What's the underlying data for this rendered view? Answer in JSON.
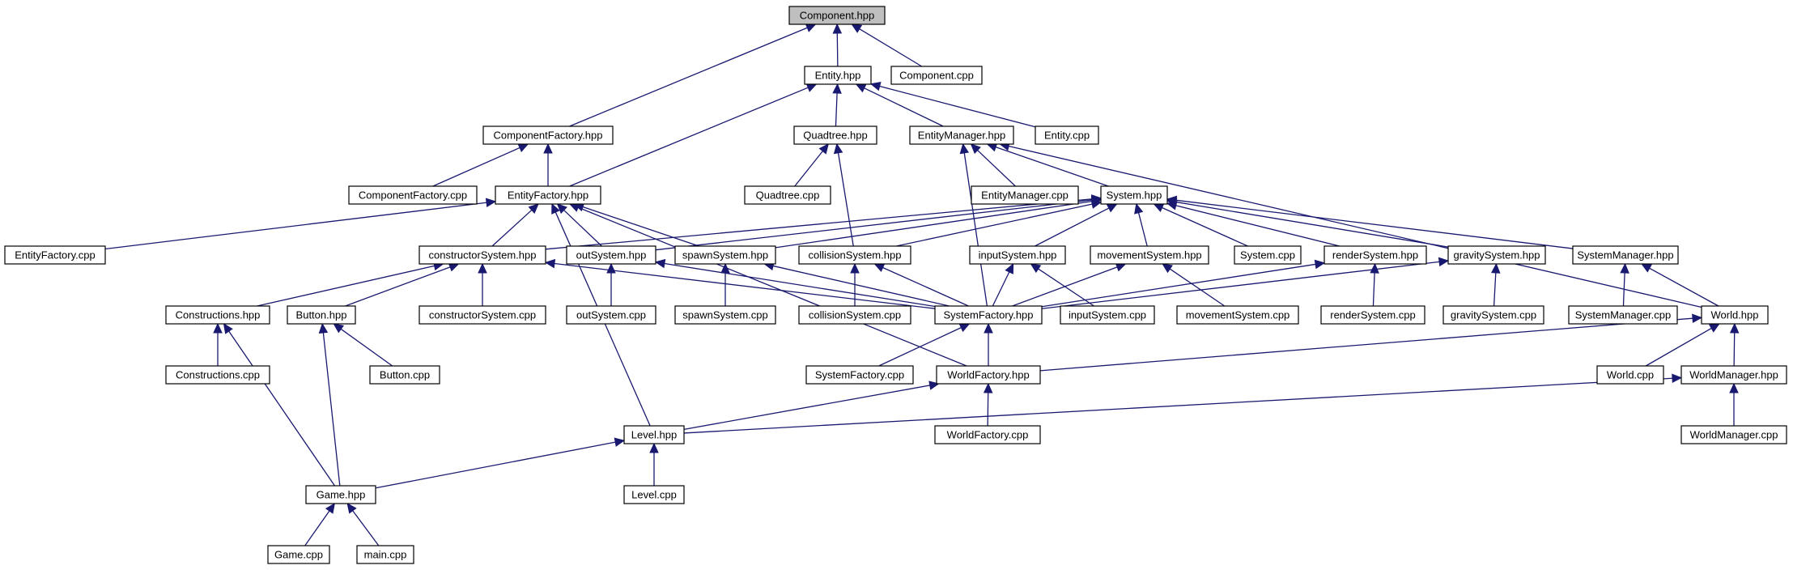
{
  "diagram": {
    "nodes": [
      {
        "id": "component_hpp",
        "label": "Component.hpp"
      },
      {
        "id": "entity_hpp",
        "label": "Entity.hpp"
      },
      {
        "id": "component_cpp",
        "label": "Component.cpp"
      },
      {
        "id": "componentfactory_hpp",
        "label": "ComponentFactory.hpp"
      },
      {
        "id": "quadtree_hpp",
        "label": "Quadtree.hpp"
      },
      {
        "id": "entitymanager_hpp",
        "label": "EntityManager.hpp"
      },
      {
        "id": "entity_cpp",
        "label": "Entity.cpp"
      },
      {
        "id": "componentfactory_cpp",
        "label": "ComponentFactory.cpp"
      },
      {
        "id": "entityfactory_hpp",
        "label": "EntityFactory.hpp"
      },
      {
        "id": "quadtree_cpp",
        "label": "Quadtree.cpp"
      },
      {
        "id": "entitymanager_cpp",
        "label": "EntityManager.cpp"
      },
      {
        "id": "system_hpp",
        "label": "System.hpp"
      },
      {
        "id": "entityfactory_cpp",
        "label": "EntityFactory.cpp"
      },
      {
        "id": "constructorsystem_hpp",
        "label": "constructorSystem.hpp"
      },
      {
        "id": "outsystem_hpp",
        "label": "outSystem.hpp"
      },
      {
        "id": "spawnsystem_hpp",
        "label": "spawnSystem.hpp"
      },
      {
        "id": "collisionsystem_hpp",
        "label": "collisionSystem.hpp"
      },
      {
        "id": "inputsystem_hpp",
        "label": "inputSystem.hpp"
      },
      {
        "id": "movementsystem_hpp",
        "label": "movementSystem.hpp"
      },
      {
        "id": "system_cpp",
        "label": "System.cpp"
      },
      {
        "id": "rendersystem_hpp",
        "label": "renderSystem.hpp"
      },
      {
        "id": "gravitysystem_hpp",
        "label": "gravitySystem.hpp"
      },
      {
        "id": "systemmanager_hpp",
        "label": "SystemManager.hpp"
      },
      {
        "id": "constructions_hpp",
        "label": "Constructions.hpp"
      },
      {
        "id": "button_hpp",
        "label": "Button.hpp"
      },
      {
        "id": "constructorsystem_cpp",
        "label": "constructorSystem.cpp"
      },
      {
        "id": "outsystem_cpp",
        "label": "outSystem.cpp"
      },
      {
        "id": "spawnsystem_cpp",
        "label": "spawnSystem.cpp"
      },
      {
        "id": "collisionsystem_cpp",
        "label": "collisionSystem.cpp"
      },
      {
        "id": "systemfactory_hpp",
        "label": "SystemFactory.hpp"
      },
      {
        "id": "inputsystem_cpp",
        "label": "inputSystem.cpp"
      },
      {
        "id": "movementsystem_cpp",
        "label": "movementSystem.cpp"
      },
      {
        "id": "rendersystem_cpp",
        "label": "renderSystem.cpp"
      },
      {
        "id": "gravitysystem_cpp",
        "label": "gravitySystem.cpp"
      },
      {
        "id": "systemmanager_cpp",
        "label": "SystemManager.cpp"
      },
      {
        "id": "world_hpp",
        "label": "World.hpp"
      },
      {
        "id": "constructions_cpp",
        "label": "Constructions.cpp"
      },
      {
        "id": "button_cpp",
        "label": "Button.cpp"
      },
      {
        "id": "systemfactory_cpp",
        "label": "SystemFactory.cpp"
      },
      {
        "id": "worldfactory_hpp",
        "label": "WorldFactory.hpp"
      },
      {
        "id": "world_cpp",
        "label": "World.cpp"
      },
      {
        "id": "worldmanager_hpp",
        "label": "WorldManager.hpp"
      },
      {
        "id": "level_hpp",
        "label": "Level.hpp"
      },
      {
        "id": "worldfactory_cpp",
        "label": "WorldFactory.cpp"
      },
      {
        "id": "worldmanager_cpp",
        "label": "WorldManager.cpp"
      },
      {
        "id": "game_hpp",
        "label": "Game.hpp"
      },
      {
        "id": "level_cpp",
        "label": "Level.cpp"
      },
      {
        "id": "game_cpp",
        "label": "Game.cpp"
      },
      {
        "id": "main_cpp",
        "label": "main.cpp"
      }
    ],
    "edges": [
      [
        "entity_hpp",
        "component_hpp"
      ],
      [
        "component_cpp",
        "component_hpp"
      ],
      [
        "componentfactory_hpp",
        "component_hpp"
      ],
      [
        "quadtree_hpp",
        "entity_hpp"
      ],
      [
        "entitymanager_hpp",
        "entity_hpp"
      ],
      [
        "entity_cpp",
        "entity_hpp"
      ],
      [
        "entityfactory_hpp",
        "entity_hpp"
      ],
      [
        "componentfactory_cpp",
        "componentfactory_hpp"
      ],
      [
        "entityfactory_hpp",
        "componentfactory_hpp"
      ],
      [
        "quadtree_cpp",
        "quadtree_hpp"
      ],
      [
        "collisionsystem_hpp",
        "quadtree_hpp"
      ],
      [
        "entitymanager_cpp",
        "entitymanager_hpp"
      ],
      [
        "system_hpp",
        "entitymanager_hpp"
      ],
      [
        "systemfactory_hpp",
        "entitymanager_hpp"
      ],
      [
        "world_hpp",
        "entitymanager_hpp"
      ],
      [
        "entityfactory_cpp",
        "entityfactory_hpp"
      ],
      [
        "constructorsystem_hpp",
        "entityfactory_hpp"
      ],
      [
        "outsystem_hpp",
        "entityfactory_hpp"
      ],
      [
        "spawnsystem_hpp",
        "entityfactory_hpp"
      ],
      [
        "level_hpp",
        "entityfactory_hpp"
      ],
      [
        "worldfactory_hpp",
        "entityfactory_hpp"
      ],
      [
        "constructorsystem_hpp",
        "system_hpp"
      ],
      [
        "outsystem_hpp",
        "system_hpp"
      ],
      [
        "spawnsystem_hpp",
        "system_hpp"
      ],
      [
        "collisionsystem_hpp",
        "system_hpp"
      ],
      [
        "inputsystem_hpp",
        "system_hpp"
      ],
      [
        "movementsystem_hpp",
        "system_hpp"
      ],
      [
        "system_cpp",
        "system_hpp"
      ],
      [
        "rendersystem_hpp",
        "system_hpp"
      ],
      [
        "gravitysystem_hpp",
        "system_hpp"
      ],
      [
        "systemmanager_hpp",
        "system_hpp"
      ],
      [
        "constructions_hpp",
        "constructorsystem_hpp"
      ],
      [
        "button_hpp",
        "constructorsystem_hpp"
      ],
      [
        "constructorsystem_cpp",
        "constructorsystem_hpp"
      ],
      [
        "systemfactory_hpp",
        "constructorsystem_hpp"
      ],
      [
        "outsystem_cpp",
        "outsystem_hpp"
      ],
      [
        "systemfactory_hpp",
        "outsystem_hpp"
      ],
      [
        "spawnsystem_cpp",
        "spawnsystem_hpp"
      ],
      [
        "systemfactory_hpp",
        "spawnsystem_hpp"
      ],
      [
        "collisionsystem_cpp",
        "collisionsystem_hpp"
      ],
      [
        "systemfactory_hpp",
        "collisionsystem_hpp"
      ],
      [
        "systemfactory_hpp",
        "inputsystem_hpp"
      ],
      [
        "inputsystem_cpp",
        "inputsystem_hpp"
      ],
      [
        "systemfactory_hpp",
        "movementsystem_hpp"
      ],
      [
        "movementsystem_cpp",
        "movementsystem_hpp"
      ],
      [
        "systemfactory_hpp",
        "rendersystem_hpp"
      ],
      [
        "rendersystem_cpp",
        "rendersystem_hpp"
      ],
      [
        "systemfactory_hpp",
        "gravitysystem_hpp"
      ],
      [
        "gravitysystem_cpp",
        "gravitysystem_hpp"
      ],
      [
        "systemmanager_cpp",
        "systemmanager_hpp"
      ],
      [
        "world_hpp",
        "systemmanager_hpp"
      ],
      [
        "constructions_cpp",
        "constructions_hpp"
      ],
      [
        "game_hpp",
        "constructions_hpp"
      ],
      [
        "button_cpp",
        "button_hpp"
      ],
      [
        "game_hpp",
        "button_hpp"
      ],
      [
        "systemfactory_cpp",
        "systemfactory_hpp"
      ],
      [
        "worldfactory_hpp",
        "systemfactory_hpp"
      ],
      [
        "worldfactory_hpp",
        "world_hpp"
      ],
      [
        "world_cpp",
        "world_hpp"
      ],
      [
        "worldmanager_hpp",
        "world_hpp"
      ],
      [
        "level_hpp",
        "worldfactory_hpp"
      ],
      [
        "worldfactory_cpp",
        "worldfactory_hpp"
      ],
      [
        "level_hpp",
        "worldmanager_hpp"
      ],
      [
        "worldmanager_cpp",
        "worldmanager_hpp"
      ],
      [
        "game_hpp",
        "level_hpp"
      ],
      [
        "level_cpp",
        "level_hpp"
      ],
      [
        "game_cpp",
        "game_hpp"
      ],
      [
        "main_cpp",
        "game_hpp"
      ]
    ],
    "colors": {
      "edge": "#191970",
      "root_fill": "#bfbfbf",
      "node_fill": "#ffffff",
      "border": "#000000"
    }
  }
}
